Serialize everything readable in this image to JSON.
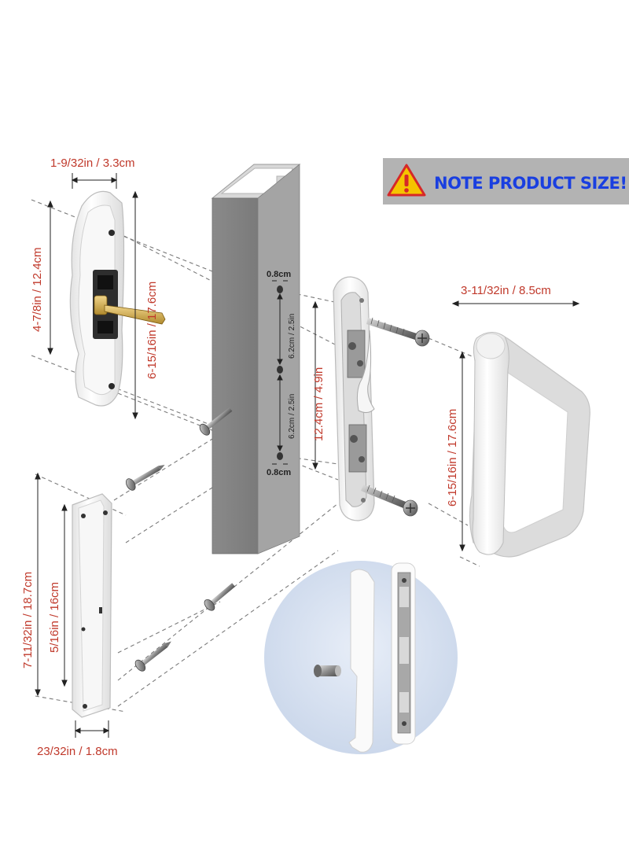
{
  "note": {
    "text": "NOTE PRODUCT SIZE!",
    "icon": "warning-triangle-icon",
    "banner_color": "#b3b3b3",
    "text_color": "#1a3fe0",
    "icon_color": "#f5c400",
    "icon_mark_color": "#d62828"
  },
  "dimensions": {
    "inner_plate_width": "1-9/32in / 3.3cm",
    "inner_plate_height": "4-7/8in / 12.4cm",
    "inner_plate_length": "6-15/16in / 17.6cm",
    "hole_diameter_top": "0.8cm",
    "hole_spacing_top": "6.2cm / 2.5in",
    "hole_spacing_bottom": "6.2cm / 2.5in",
    "hole_diameter_bottom": "0.8cm",
    "mortise_span": "12.4cm / 4.9in",
    "handle_depth": "3-11/32in / 8.5cm",
    "handle_length": "6-15/16in / 17.6cm",
    "keeper_length": "7-11/32in / 18.7cm",
    "keeper_hole_span": "5/16in / 16cm",
    "keeper_width": "23/32in / 1.8cm"
  },
  "colors": {
    "dimension_text": "#c0392b",
    "door_frame": "#8e8e8e",
    "hardware_white": "#f4f4f4",
    "inset_circle": "#dce6f5"
  }
}
